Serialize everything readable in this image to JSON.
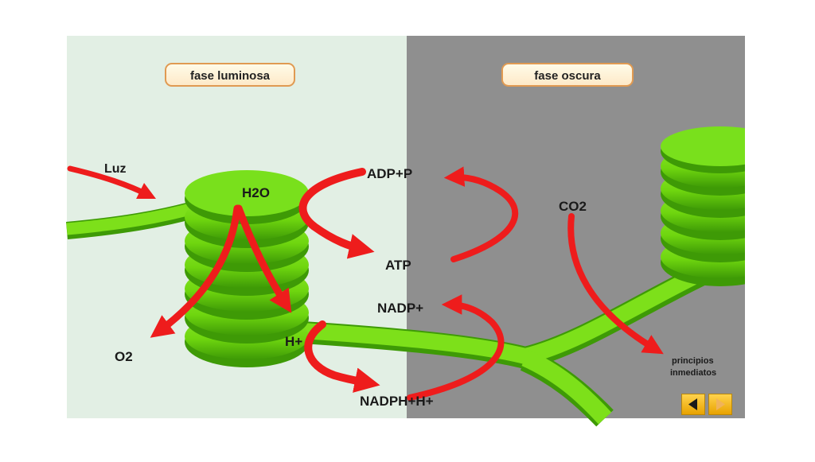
{
  "panels": {
    "light_phase": {
      "label": "fase luminosa"
    },
    "dark_phase": {
      "label": "fase oscura"
    }
  },
  "molecules": {
    "light": "Luz",
    "water": "H2O",
    "oxygen": "O2",
    "proton": "H+",
    "adp": "ADP+P",
    "atp": "ATP",
    "nadp": "NADP+",
    "nadph": "NADPH+H+",
    "co2": "CO2",
    "products_line1": "principios",
    "products_line2": "inmediatos"
  },
  "navigation": {
    "prev_icon": "triangle-left-icon",
    "next_icon": "triangle-right-icon"
  },
  "colors": {
    "light_bg": "#e2efe4",
    "dark_bg": "#8f8f8f",
    "membrane": "#7de01a",
    "membrane_dark": "#3e9a06",
    "arrow": "#ee1c1c",
    "label_border": "#e09a52"
  }
}
